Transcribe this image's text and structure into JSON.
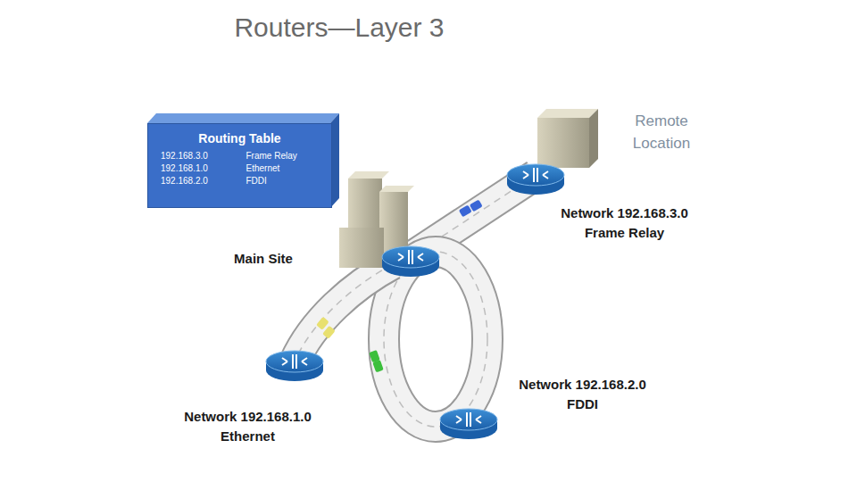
{
  "diagram": {
    "title": "Routers—Layer 3",
    "nodes": [
      {
        "text": [
          "Routing Table",
          "192.168.3.0",
          "Frame Relay",
          "192.168.1.0",
          "Ethernet",
          "192.168.2.0",
          "FDDI"
        ]
      }
    ],
    "labels": [
      "Remote Location",
      "Network 192.168.3.0 Frame Relay",
      "Main Site",
      "Network 192.168.2.0 FDDI",
      "Network 192.168.1.0 Ethernet"
    ]
  }
}
